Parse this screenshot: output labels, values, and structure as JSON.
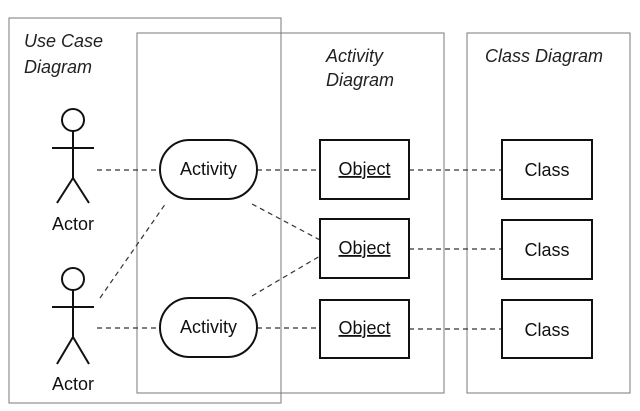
{
  "frames": {
    "use_case": {
      "title_line1": "Use Case",
      "title_line2": "Diagram"
    },
    "activity": {
      "title_line1": "Activity",
      "title_line2": "Diagram"
    },
    "class": {
      "title": "Class Diagram"
    }
  },
  "actors": [
    {
      "label": "Actor"
    },
    {
      "label": "Actor"
    }
  ],
  "activities": [
    {
      "label": "Activity"
    },
    {
      "label": "Activity"
    }
  ],
  "objects": [
    {
      "label": "Object"
    },
    {
      "label": "Object"
    },
    {
      "label": "Object"
    }
  ],
  "classes": [
    {
      "label": "Class"
    },
    {
      "label": "Class"
    },
    {
      "label": "Class"
    }
  ]
}
